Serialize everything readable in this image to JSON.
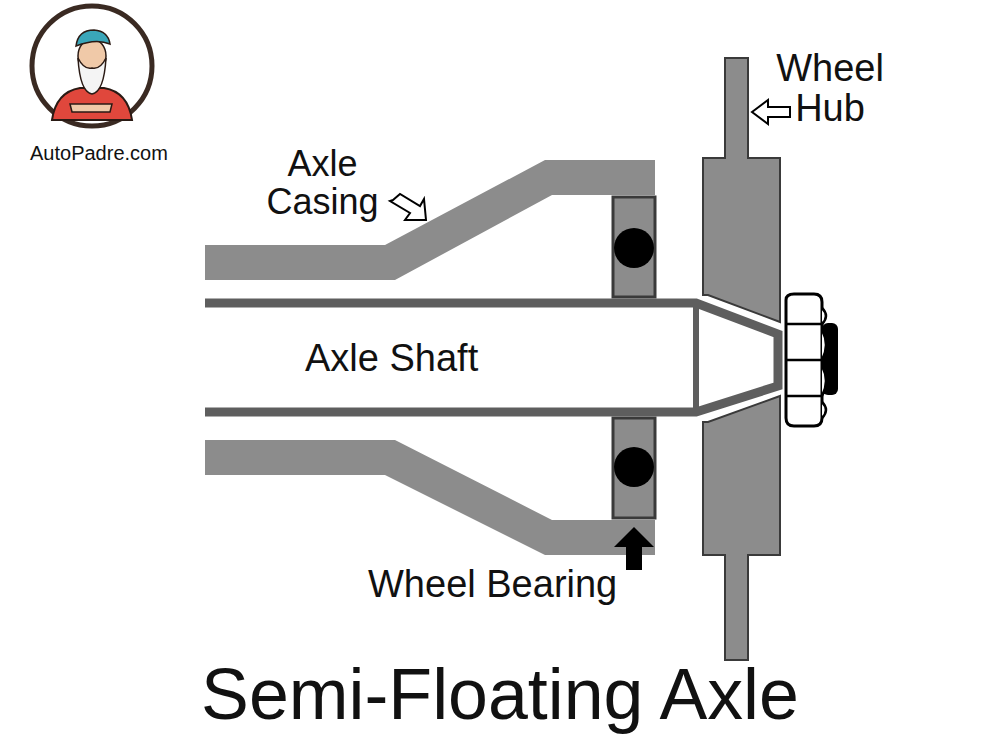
{
  "diagram": {
    "title": "Semi-Floating Axle",
    "labels": [
      "AutoPadre.com",
      "Axle Casing",
      "Wheel Hub",
      "Axle Shaft",
      "Wheel Bearing"
    ]
  }
}
